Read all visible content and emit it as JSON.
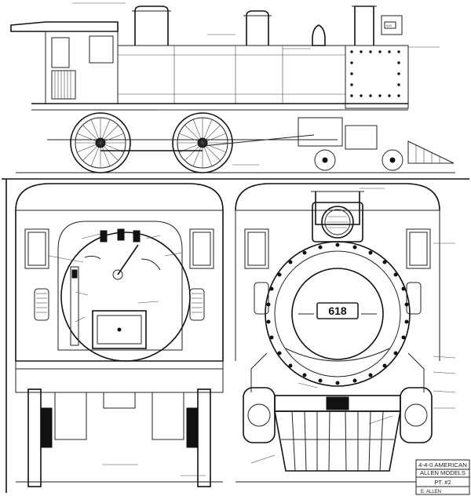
{
  "drawing": {
    "number_plate": "618",
    "title_block": {
      "line1": "4-4-0 AMERICAN",
      "line2": "ALLEN MODELS",
      "sheet": "PT. #2",
      "drawn_by": "E. ALLEN"
    }
  }
}
